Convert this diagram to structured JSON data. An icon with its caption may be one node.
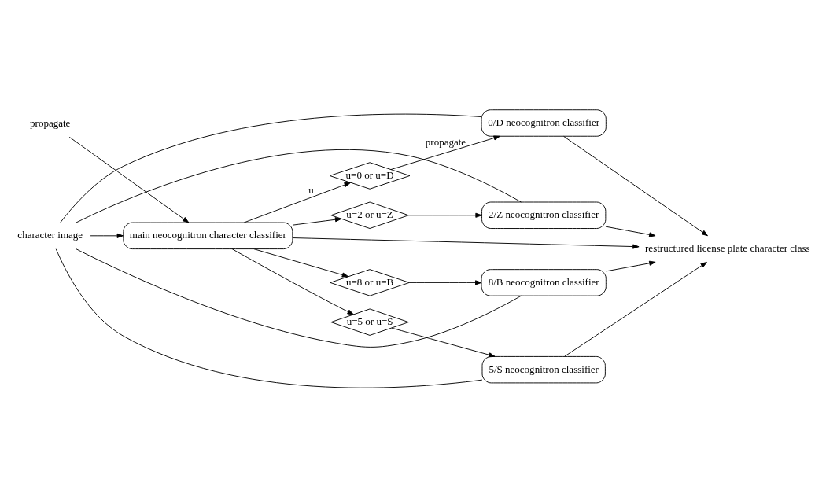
{
  "diagram": {
    "nodes": [
      {
        "text": [
          "character image"
        ]
      },
      {
        "text": [
          "main neocognitron character classifier"
        ]
      },
      {
        "text": [
          "propagate"
        ]
      },
      {
        "text": [
          "0/D neocognitron classifier"
        ]
      },
      {
        "text": [
          "u=0 or u=D"
        ]
      },
      {
        "text": [
          "2/Z neocognitron classifier"
        ]
      },
      {
        "text": [
          "u=2 or u=Z"
        ]
      },
      {
        "text": [
          "5/S neocognitron classifier"
        ]
      },
      {
        "text": [
          "u=5 or u=S"
        ]
      },
      {
        "text": [
          "8/B neocognitron classifier"
        ]
      },
      {
        "text": [
          "u=8 or u=B"
        ]
      },
      {
        "text": [
          "restructured license plate character class"
        ]
      }
    ],
    "edges": [
      {
        "from": 0,
        "to": 1,
        "arrow": "to"
      },
      {
        "from": 2,
        "to": 1,
        "arrow": "to"
      },
      {
        "from": 0,
        "to": 3,
        "arrow": "none"
      },
      {
        "from": 0,
        "to": 5,
        "arrow": "none"
      },
      {
        "from": 0,
        "to": 7,
        "arrow": "none"
      },
      {
        "from": 0,
        "to": 9,
        "arrow": "none"
      },
      {
        "from": 1,
        "to": 4,
        "arrow": "to",
        "label": "u"
      },
      {
        "from": 1,
        "to": 6,
        "arrow": "to"
      },
      {
        "from": 1,
        "to": 8,
        "arrow": "to"
      },
      {
        "from": 1,
        "to": 10,
        "arrow": "to"
      },
      {
        "from": 4,
        "to": 3,
        "arrow": "to",
        "label": "propagate"
      },
      {
        "from": 6,
        "to": 5,
        "arrow": "to"
      },
      {
        "from": 8,
        "to": 7,
        "arrow": "to"
      },
      {
        "from": 10,
        "to": 9,
        "arrow": "to"
      },
      {
        "from": 3,
        "to": 11,
        "arrow": "to"
      },
      {
        "from": 5,
        "to": 11,
        "arrow": "to"
      },
      {
        "from": 7,
        "to": 11,
        "arrow": "to"
      },
      {
        "from": 9,
        "to": 11,
        "arrow": "to"
      },
      {
        "from": 1,
        "to": 11,
        "arrow": "to"
      }
    ]
  }
}
